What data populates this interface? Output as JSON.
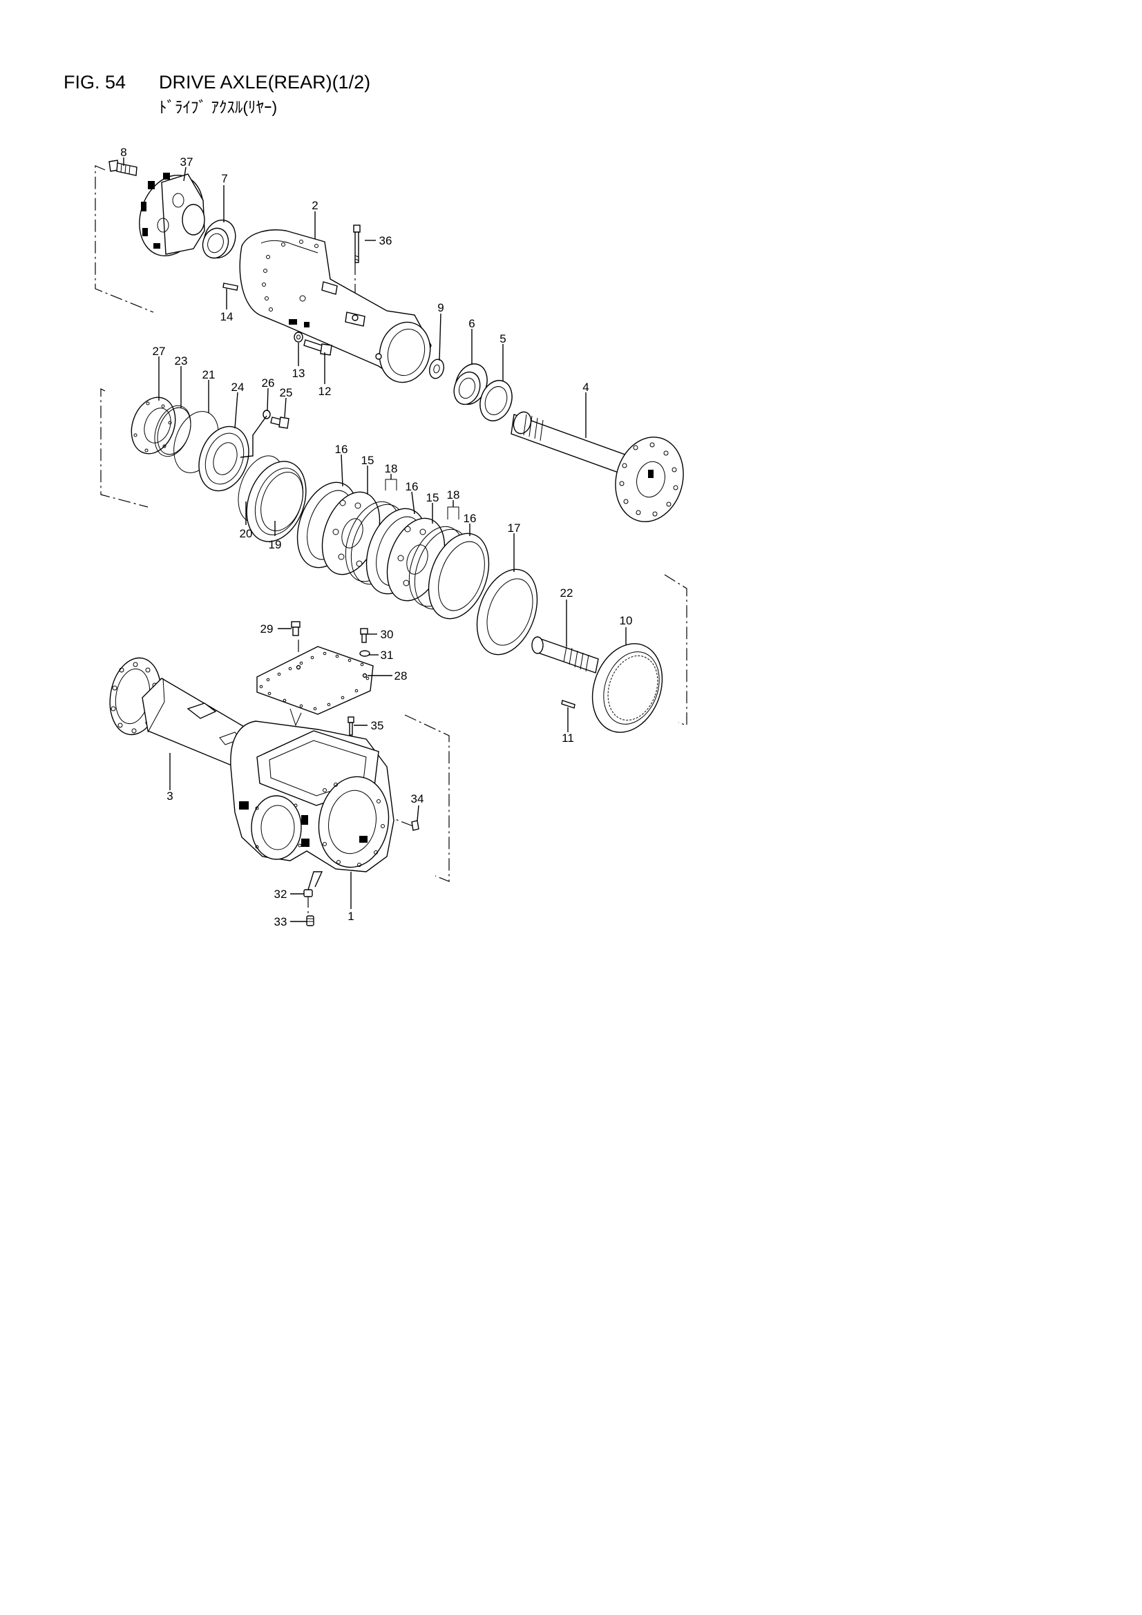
{
  "figure": {
    "number": "FIG. 54",
    "title": "DRIVE AXLE(REAR)(1/2)",
    "title_jp": "ﾄﾞﾗｲﾌﾞ ｱｸｽﾙ(ﾘﾔｰ)"
  },
  "callouts": {
    "c1": "1",
    "c2": "2",
    "c3": "3",
    "c4": "4",
    "c5": "5",
    "c6": "6",
    "c7": "7",
    "c8": "8",
    "c9": "9",
    "c10": "10",
    "c11": "11",
    "c12": "12",
    "c13": "13",
    "c14": "14",
    "c15a": "15",
    "c15b": "15",
    "c16a": "16",
    "c16b": "16",
    "c16c": "16",
    "c17": "17",
    "c18a": "18",
    "c18b": "18",
    "c19": "19",
    "c20": "20",
    "c21": "21",
    "c22": "22",
    "c23": "23",
    "c24": "24",
    "c25": "25",
    "c26": "26",
    "c27": "27",
    "c28": "28",
    "c29": "29",
    "c30": "30",
    "c31": "31",
    "c32": "32",
    "c33": "33",
    "c34": "34",
    "c35": "35",
    "c36": "36",
    "c37": "37"
  }
}
